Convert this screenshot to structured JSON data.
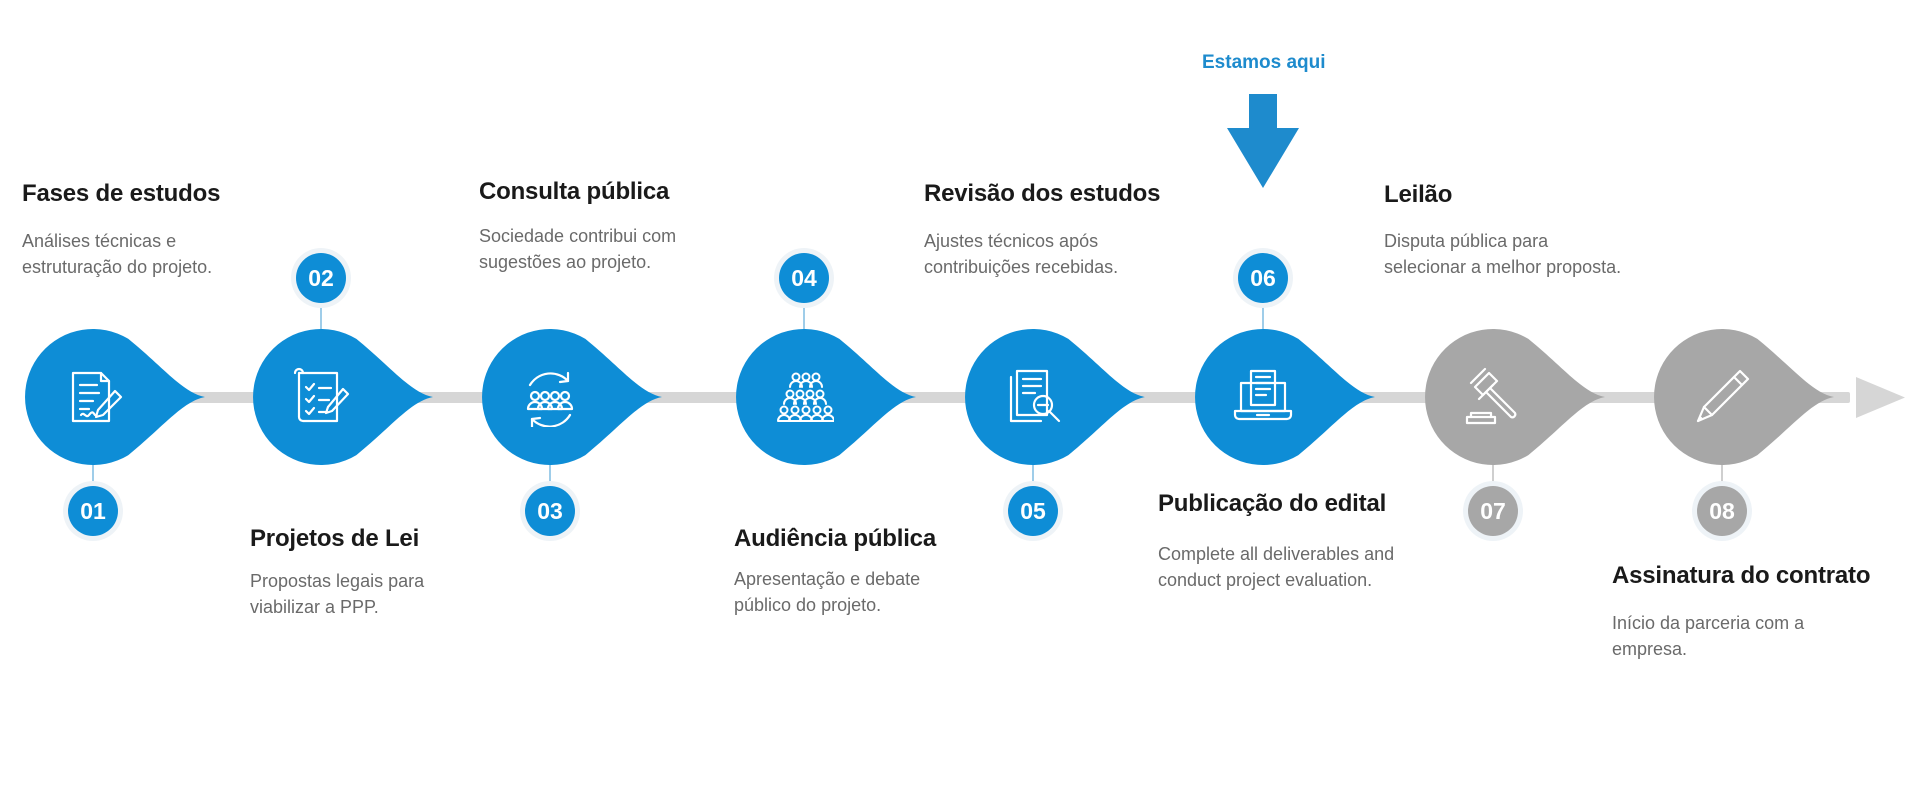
{
  "colors": {
    "active": "#0e8dd6",
    "inactive": "#a7a7a7",
    "track": "#d6d6d6",
    "connector_active": "#9fcde9",
    "connector_inactive": "#cfcfcf",
    "here": "#1e8bcd"
  },
  "current_marker": {
    "label": "Estamos aqui",
    "step": "06"
  },
  "steps": [
    {
      "number": "01",
      "title": "Fases de estudos",
      "desc_lines": [
        "Análises técnicas e",
        "estruturação do projeto."
      ],
      "status": "done",
      "icon": "document-pen-icon"
    },
    {
      "number": "02",
      "title": "Projetos de Lei",
      "desc_lines": [
        "Propostas legais para",
        "viabilizar a PPP."
      ],
      "status": "done",
      "icon": "checklist-icon"
    },
    {
      "number": "03",
      "title": "Consulta pública",
      "desc_lines": [
        "Sociedade contribui com",
        "sugestões ao projeto."
      ],
      "status": "done",
      "icon": "people-cycle-icon"
    },
    {
      "number": "04",
      "title": "Audiência pública",
      "desc_lines": [
        "Apresentação e debate",
        "público do projeto."
      ],
      "status": "done",
      "icon": "audience-icon"
    },
    {
      "number": "05",
      "title": "Revisão dos estudos",
      "desc_lines": [
        "Ajustes técnicos após",
        "contribuições recebidas."
      ],
      "status": "done",
      "icon": "document-magnifier-icon"
    },
    {
      "number": "06",
      "title": "Publicação do edital",
      "desc_lines": [
        "Complete all deliverables and",
        "conduct project evaluation."
      ],
      "status": "current",
      "icon": "laptop-document-icon"
    },
    {
      "number": "07",
      "title": "Leilão",
      "desc_lines": [
        "Disputa pública para",
        "selecionar a melhor proposta."
      ],
      "status": "upcoming",
      "icon": "gavel-icon"
    },
    {
      "number": "08",
      "title": "Assinatura do contrato",
      "desc_lines": [
        "Início da parceria com a",
        "empresa."
      ],
      "status": "upcoming",
      "icon": "pen-icon"
    }
  ]
}
